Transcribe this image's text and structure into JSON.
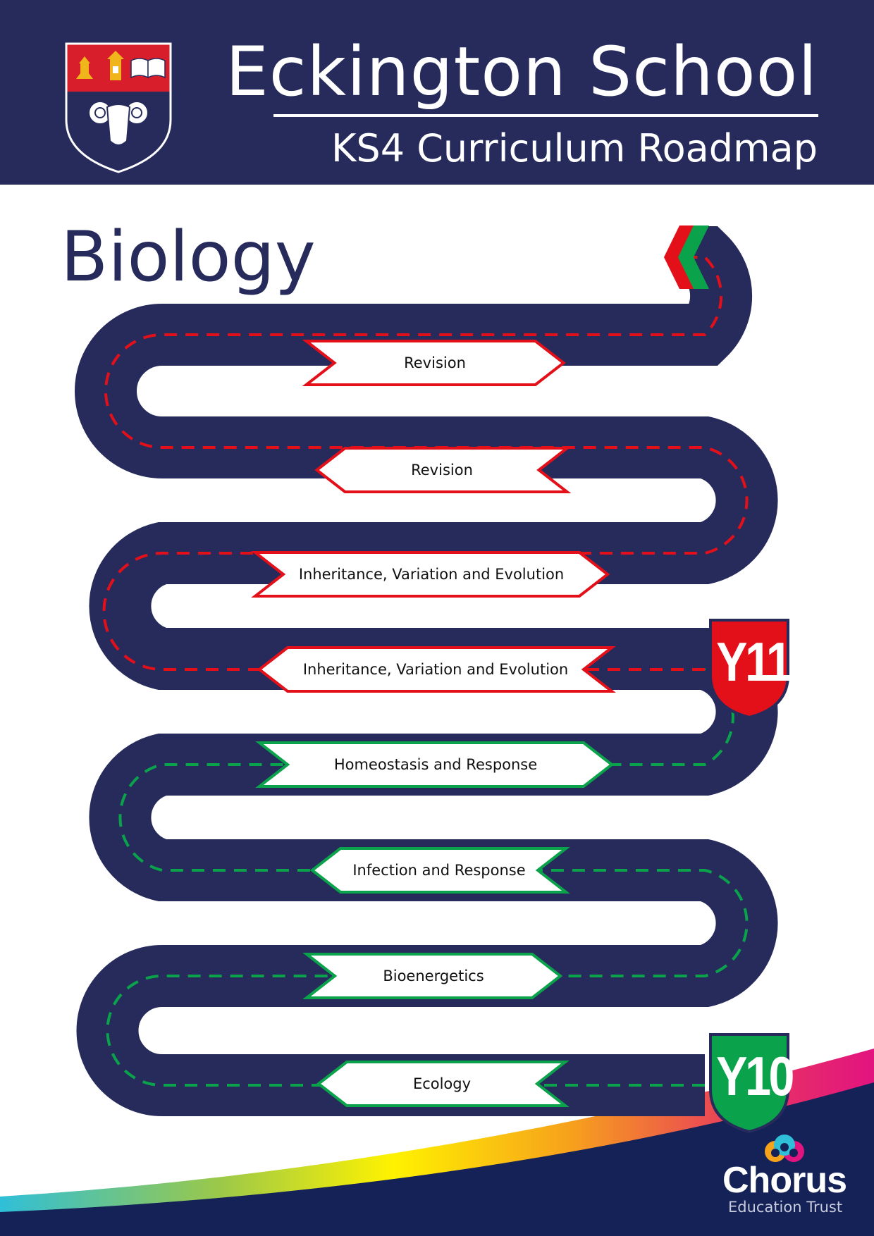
{
  "header": {
    "school_name": "Eckington School",
    "subtitle": "KS4 Curriculum Roadmap",
    "crest_icon": "school-crest-icon"
  },
  "subject": "Biology",
  "colors": {
    "navy": "#262b5c",
    "year10": "#0aa24a",
    "year11": "#e3101a"
  },
  "roadmap": {
    "year10_sign": "Y10",
    "year11_sign": "Y11",
    "units": [
      {
        "label": "Ecology",
        "year": "Y10"
      },
      {
        "label": "Bioenergetics",
        "year": "Y10"
      },
      {
        "label": "Infection and Response",
        "year": "Y10"
      },
      {
        "label": "Homeostasis and Response",
        "year": "Y10"
      },
      {
        "label": "Inheritance, Variation and Evolution",
        "year": "Y11"
      },
      {
        "label": "Inheritance, Variation and Evolution",
        "year": "Y11"
      },
      {
        "label": "Revision",
        "year": "Y11"
      },
      {
        "label": "Revision",
        "year": "Y11"
      }
    ]
  },
  "footer": {
    "trust_name": "Chorus",
    "trust_subtitle": "Education Trust",
    "logo_icon": "chorus-people-icon"
  }
}
